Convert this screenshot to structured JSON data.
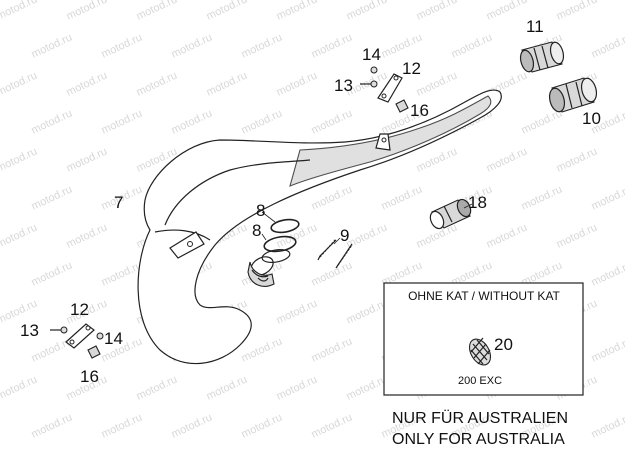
{
  "watermark": "motod.ru",
  "labels": {
    "p7": "7",
    "p8a": "8",
    "p8b": "8",
    "p9": "9",
    "p10": "10",
    "p11": "11",
    "p12_top": "12",
    "p13_top": "13",
    "p14_top": "14",
    "p16_top": "16",
    "p18": "18",
    "p12_bottom": "12",
    "p13_bottom": "13",
    "p14_bottom": "14",
    "p16_bottom": "16",
    "p20": "20"
  },
  "inset": {
    "title": "OHNE KAT / WITHOUT KAT",
    "model": "200 EXC"
  },
  "footer": {
    "line1": "NUR FÜR AUSTRALIEN",
    "line2": "ONLY FOR AUSTRALIA"
  }
}
